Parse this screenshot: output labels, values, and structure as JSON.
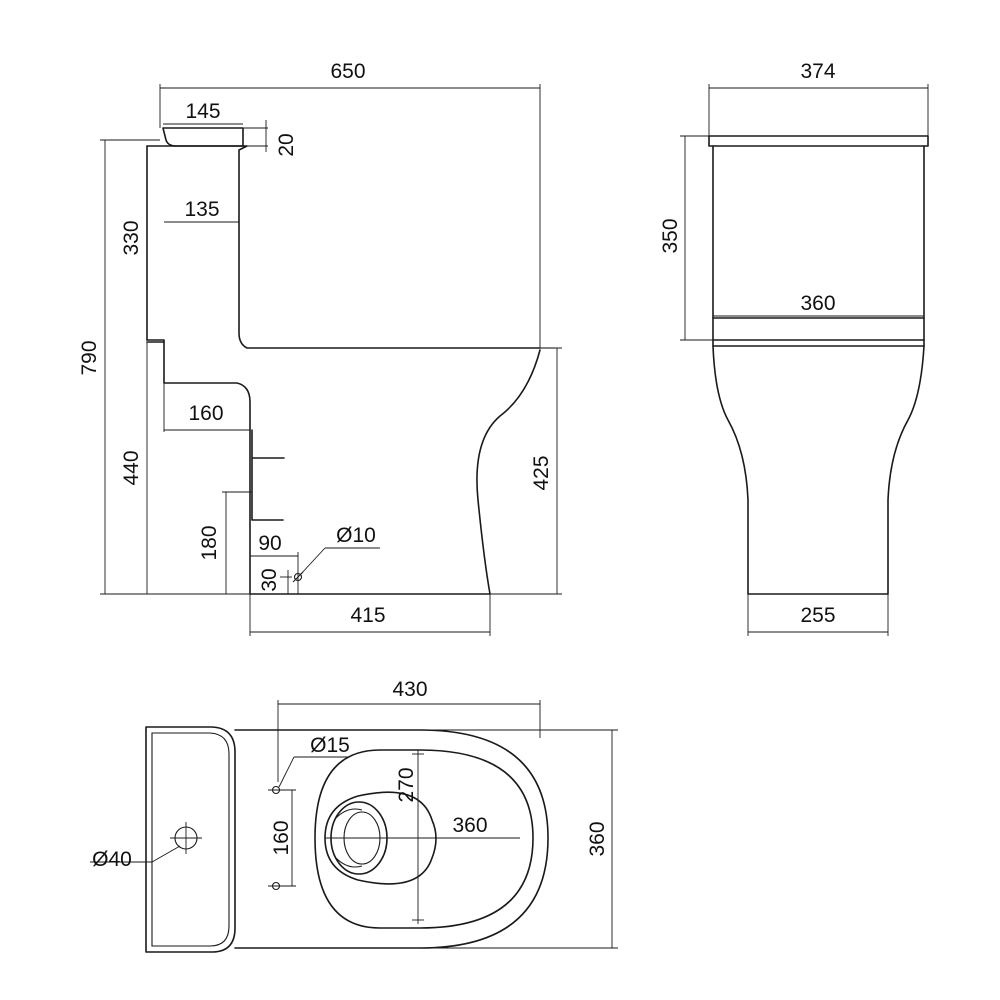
{
  "side_view": {
    "overall_width": "650",
    "cistern_lid_width": "145",
    "lid_thickness": "20",
    "cistern_height": "330",
    "cistern_width": "135",
    "overall_height": "790",
    "outlet_setback": "160",
    "pan_height_left": "440",
    "pan_height_right": "425",
    "outlet_height": "180",
    "fixing_offset": "90",
    "fixing_diameter": "Ø10",
    "fixing_height": "30",
    "base_depth": "415"
  },
  "front_view": {
    "lid_width": "374",
    "cistern_height": "350",
    "cistern_width": "360",
    "base_width": "255"
  },
  "top_view": {
    "bowl_length": "430",
    "hole_diameter": "Ø15",
    "seat_hole_spacing": "160",
    "inner_depth": "270",
    "inner_width": "360",
    "overall_width": "360",
    "button_diameter": "Ø40"
  }
}
